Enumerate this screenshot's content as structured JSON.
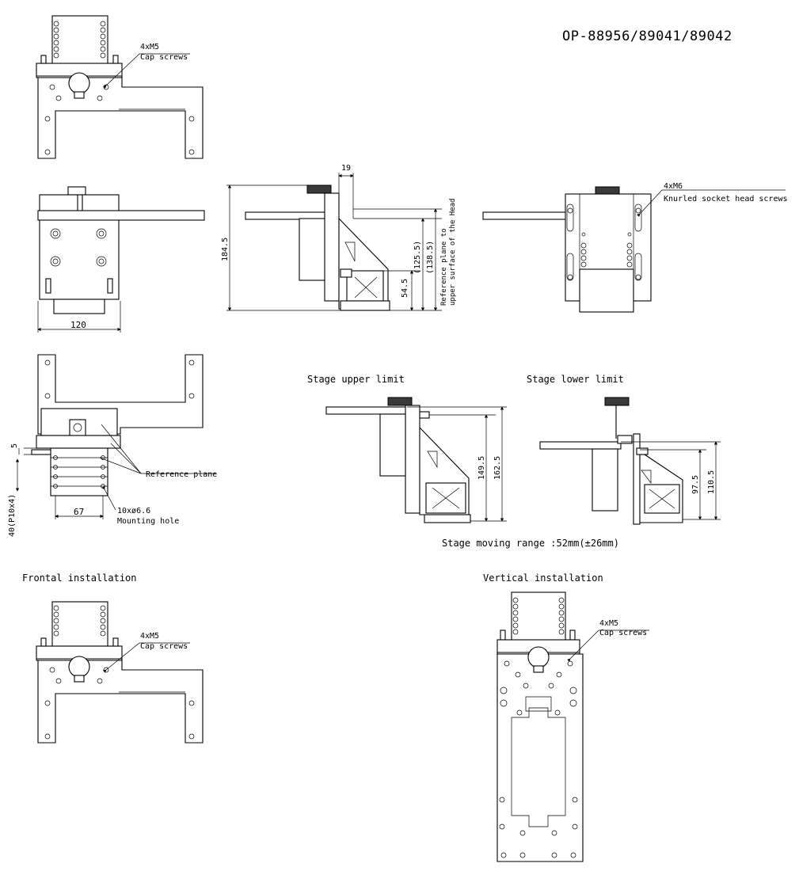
{
  "drawing_number": "OP-88956/89041/89042",
  "labels": {
    "cap_screws_qty": "4xM5",
    "cap_screws": "Cap screws",
    "knurled_qty": "4xM6",
    "knurled": "Knurled socket head screws",
    "ref_plane": "Reference plane",
    "mount_qty": "10xø6.6",
    "mount_hole": "Mounting hole",
    "ref_plane_to_head_1": "Reference plane to",
    "ref_plane_to_head_2": "upper surface of the Head",
    "stage_upper": "Stage upper limit",
    "stage_lower": "Stage lower limit",
    "moving_range": "Stage moving range :52mm(±26mm)",
    "frontal": "Frontal installation",
    "vertical": "Vertical installation"
  },
  "dimensions": {
    "d19": "19",
    "d184": "184.5",
    "d125": "(125.5)",
    "d138": "(138.5)",
    "d54": "54.5",
    "d120": "120",
    "d5": "5",
    "d40": "40(P10x4)",
    "d67": "67",
    "d149": "149.5",
    "d162": "162.5",
    "d97": "97.5",
    "d110": "110.5"
  }
}
